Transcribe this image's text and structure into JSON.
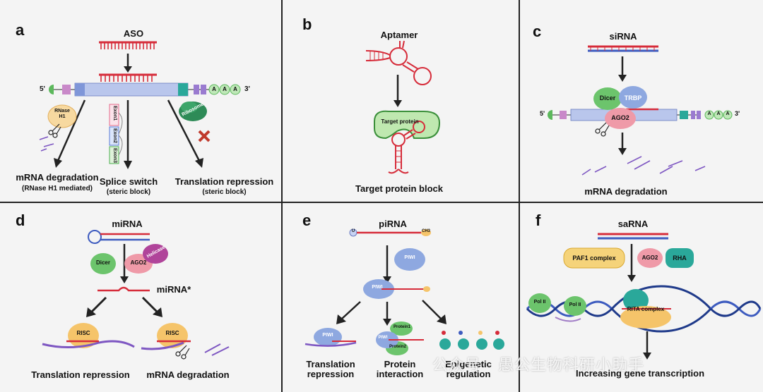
{
  "panels": {
    "a": {
      "letter": "a",
      "title": "ASO",
      "five_prime": "5'",
      "three_prime": "3'",
      "polyA": [
        "A",
        "A",
        "A"
      ],
      "rnase_label": [
        "RNase",
        "H1"
      ],
      "exons": [
        "Exon1",
        "Exon2",
        "Exon3"
      ],
      "ribosome": "Ribosome",
      "outcomes": [
        {
          "title": "mRNA degradation",
          "sub": "(RNase H1 mediated)"
        },
        {
          "title": "Splice switch",
          "sub": "(steric block)"
        },
        {
          "title": "Translation repression",
          "sub": "(steric block)"
        }
      ]
    },
    "b": {
      "letter": "b",
      "title": "Aptamer",
      "protein_label": "Target protein",
      "outcome": "Target protein block"
    },
    "c": {
      "letter": "c",
      "title": "siRNA",
      "dicer": "Dicer",
      "trbp": "TRBP",
      "ago2": "AGO2",
      "five_prime": "5'",
      "three_prime": "3'",
      "polyA": [
        "A",
        "A",
        "A"
      ],
      "outcome": "mRNA degradation"
    },
    "d": {
      "letter": "d",
      "title": "miRNA",
      "dicer": "Dicer",
      "ago2": "AGO2",
      "helicase": "Helicase",
      "star": "miRNA*",
      "risc": "RISC",
      "outcomes": [
        "Translation repression",
        "mRNA degradation"
      ]
    },
    "e": {
      "letter": "e",
      "title": "piRNA",
      "cap": "U",
      "ch3": "CH3",
      "piwi": "PIWI",
      "protein1": "Protein1",
      "protein2": "Protein2",
      "outcomes": [
        [
          "Translation",
          "repression"
        ],
        [
          "Protein",
          "interaction"
        ],
        [
          "Epigenetic",
          "regulation"
        ]
      ]
    },
    "f": {
      "letter": "f",
      "title": "saRNA",
      "paf1": "PAF1 complex",
      "ago2": "AGO2",
      "rha": "RHA",
      "pol": "Pol II",
      "rita": "RITA complex",
      "outcome": "Increasing gene transcription"
    }
  },
  "watermark": "公众号 · 愚公生物科研小助手",
  "colors": {
    "rna_red": "#d62c3a",
    "rna_blue": "#3d5bbf",
    "mrna": "#b9c6ec",
    "green": "#6cc46c",
    "blue_protein": "#8ea8e0",
    "pink": "#ef9aa8",
    "orange": "#f5c46a",
    "purple": "#a07cc6",
    "teal": "#2aa89a"
  }
}
